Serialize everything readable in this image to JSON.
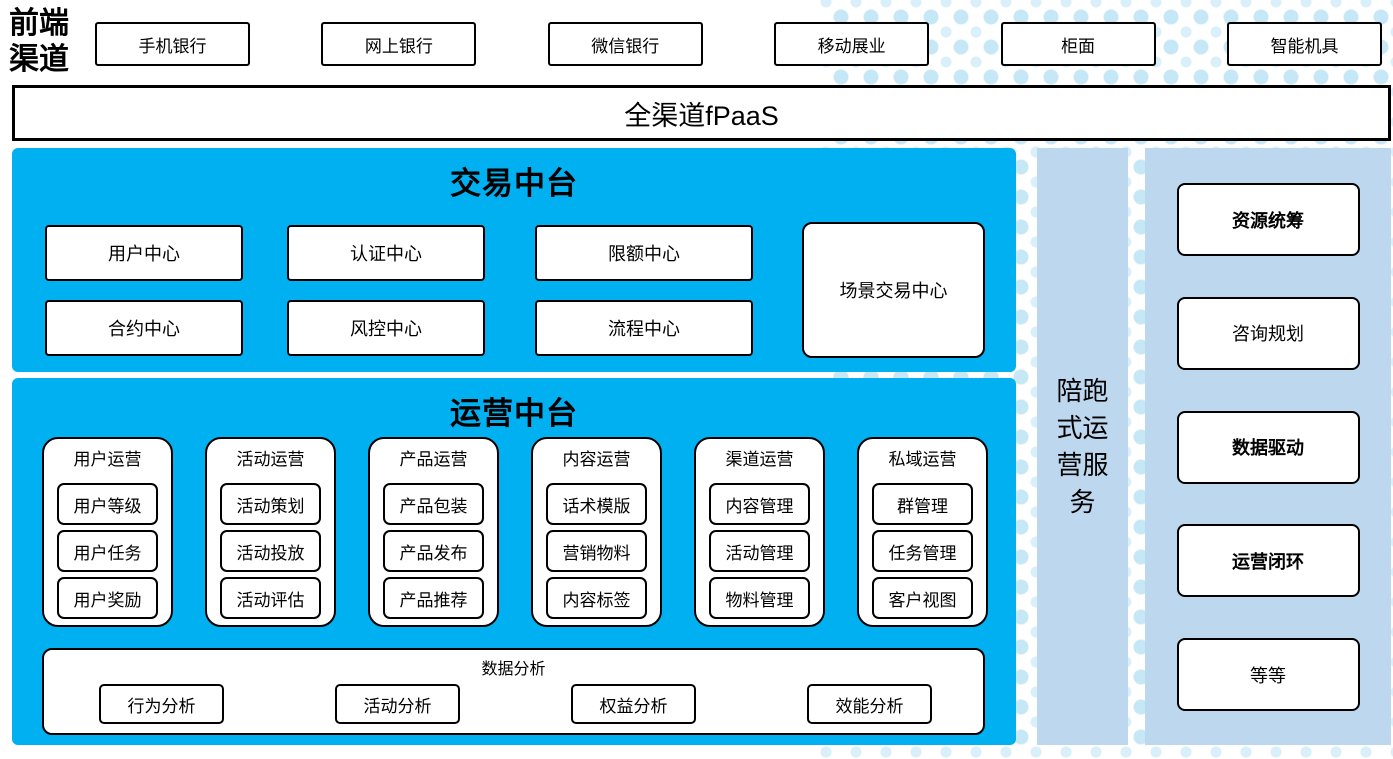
{
  "colors": {
    "panel_blue": "#00b0f0",
    "panel_light_blue": "#bdd7ee",
    "dot_pattern": "#c6e8f6",
    "box_border": "#000000"
  },
  "front_channels": {
    "label": "前端渠道",
    "items": [
      "手机银行",
      "网上银行",
      "微信银行",
      "移动展业",
      "柜面",
      "智能机具"
    ]
  },
  "fpaas": {
    "label": "全渠道fPaaS"
  },
  "trade_platform": {
    "title": "交易中台",
    "row1": [
      "用户中心",
      "认证中心",
      "限额中心"
    ],
    "row2": [
      "合约中心",
      "风控中心",
      "流程中心"
    ],
    "side_box": "场景交易中心"
  },
  "ops_platform": {
    "title": "运营中台",
    "groups": [
      {
        "title": "用户运营",
        "items": [
          "用户等级",
          "用户任务",
          "用户奖励"
        ]
      },
      {
        "title": "活动运营",
        "items": [
          "活动策划",
          "活动投放",
          "活动评估"
        ]
      },
      {
        "title": "产品运营",
        "items": [
          "产品包装",
          "产品发布",
          "产品推荐"
        ]
      },
      {
        "title": "内容运营",
        "items": [
          "话术模版",
          "营销物料",
          "内容标签"
        ]
      },
      {
        "title": "渠道运营",
        "items": [
          "内容管理",
          "活动管理",
          "物料管理"
        ]
      },
      {
        "title": "私域运营",
        "items": [
          "群管理",
          "任务管理",
          "客户视图"
        ]
      }
    ],
    "analytics": {
      "title": "数据分析",
      "items": [
        "行为分析",
        "活动分析",
        "权益分析",
        "效能分析"
      ]
    }
  },
  "companion_bar": {
    "label": "陪跑式运营服务"
  },
  "services_column": {
    "items": [
      "资源统筹",
      "咨询规划",
      "数据驱动",
      "运营闭环",
      "等等"
    ]
  }
}
